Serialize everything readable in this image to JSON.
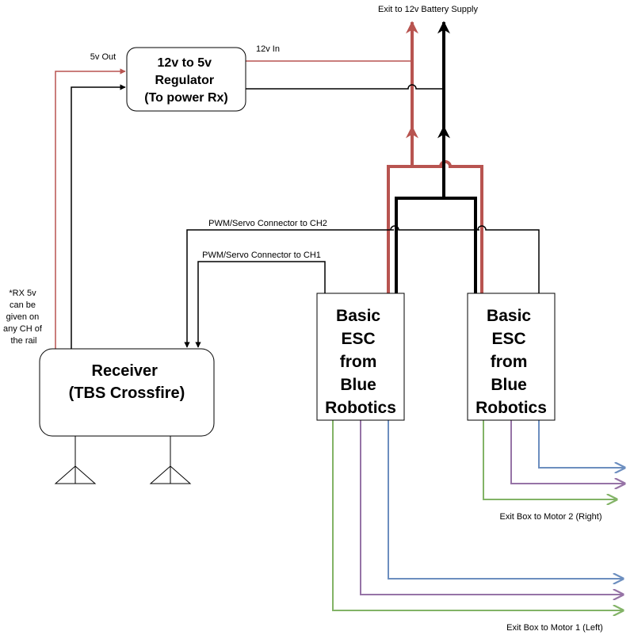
{
  "colors": {
    "red": "#b85450",
    "black": "#000000",
    "green": "#82b366",
    "purple": "#9673a6",
    "blue": "#6c8ebf"
  },
  "nodes": {
    "regulator": [
      "12v to 5v",
      "Regulator",
      "(To power Rx)"
    ],
    "receiver": [
      "Receiver",
      "(TBS Crossfire)"
    ],
    "esc1": [
      "Basic",
      "ESC",
      "from",
      "Blue",
      "Robotics"
    ],
    "esc2": [
      "Basic",
      "ESC",
      "from",
      "Blue",
      "Robotics"
    ]
  },
  "labels": {
    "battery": "Exit to 12v Battery Supply",
    "in12v": "12v In",
    "out5v": "5v Out",
    "pwm_ch2": "PWM/Servo Connector to CH2",
    "pwm_ch1": "PWM/Servo Connector to CH1",
    "rx_note": [
      "*RX 5v",
      "can  be",
      "given on",
      "any CH of",
      "the rail"
    ],
    "motor2": "Exit Box to Motor 2 (Right)",
    "motor1": "Exit Box to Motor 1 (Left)"
  }
}
